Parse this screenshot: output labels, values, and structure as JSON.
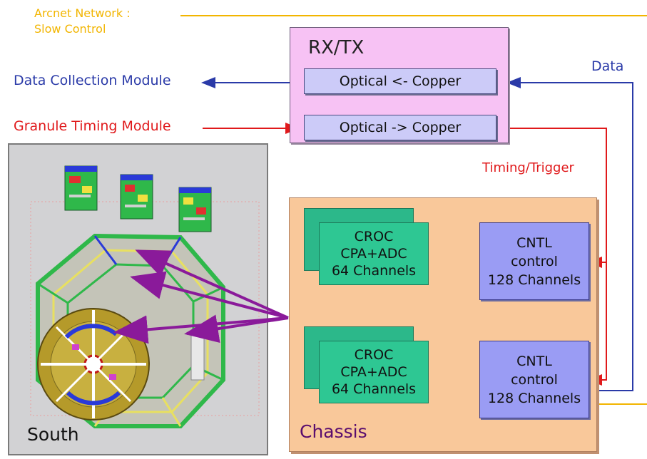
{
  "arcnet": {
    "line1": "Arcnet Network :",
    "line2": "Slow Control"
  },
  "rxtx": {
    "title": "RX/TX",
    "optical_to_copper_in": "Optical <- Copper",
    "optical_to_copper_out": "Optical -> Copper"
  },
  "external": {
    "data_collection": "Data Collection Module",
    "granule_timing": "Granule Timing Module",
    "data": "Data",
    "timing_trigger": "Timing/Trigger"
  },
  "chassis": {
    "title": "Chassis",
    "croc": [
      {
        "line1": "CROC",
        "line2": "CPA+ADC",
        "line3": "64 Channels"
      },
      {
        "line1": "CROC",
        "line2": "CPA+ADC",
        "line3": "64 Channels"
      }
    ],
    "cntl": [
      {
        "line1": "CNTL",
        "line2": "control",
        "line3": "128 Channels"
      },
      {
        "line1": "CNTL",
        "line2": "control",
        "line3": "128 Channels"
      }
    ]
  },
  "photo": {
    "label": "South"
  },
  "colors": {
    "slow_control": "#f2b500",
    "data": "#2a3aa8",
    "timing": "#e0191b",
    "pointer": "#8a1a9a"
  }
}
